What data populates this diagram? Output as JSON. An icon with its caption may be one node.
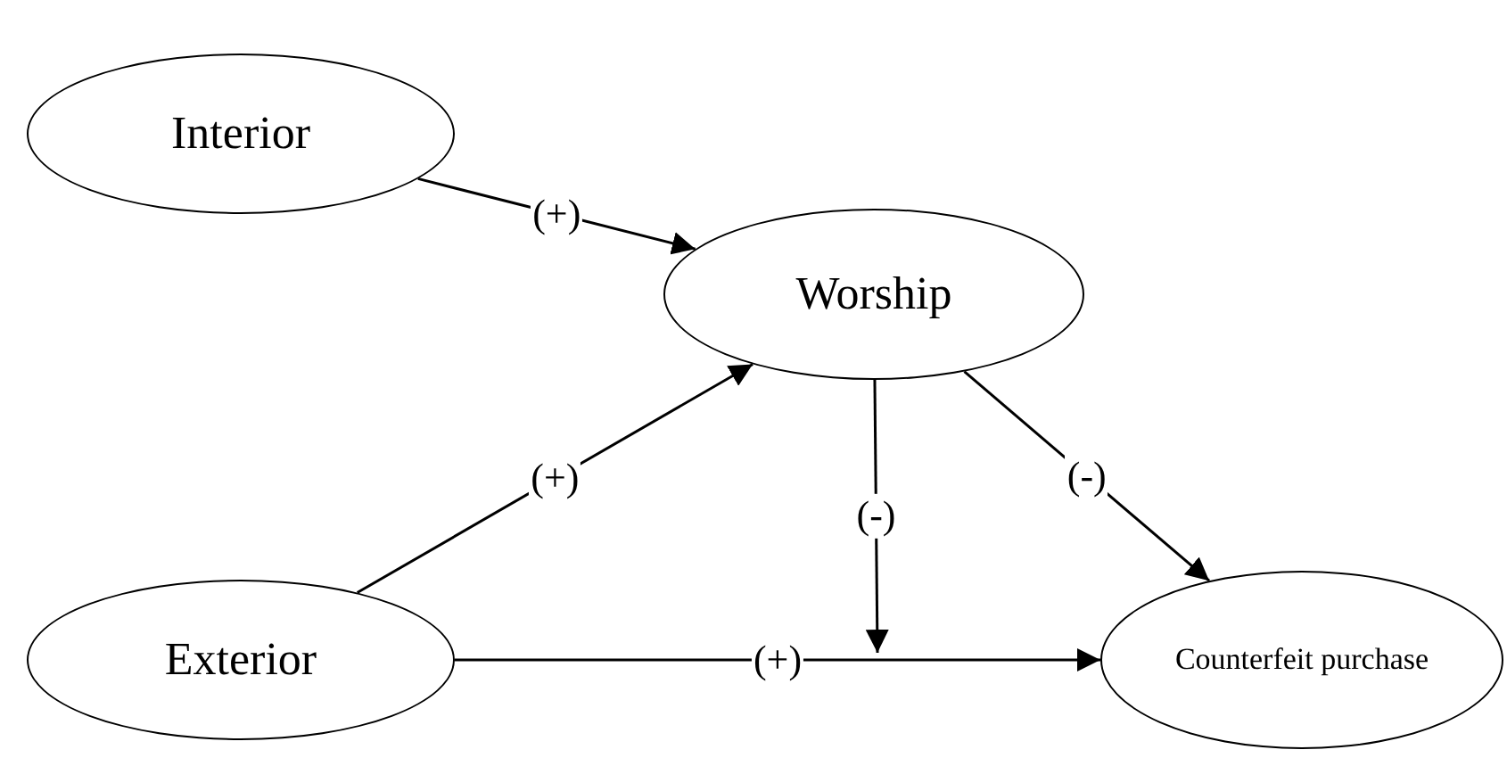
{
  "diagram": {
    "nodes": [
      {
        "text": [
          "Interior"
        ]
      },
      {
        "text": [
          "Worship"
        ]
      },
      {
        "text": [
          "Exterior"
        ]
      },
      {
        "text": [
          "Counterfeit purchase"
        ]
      }
    ],
    "edges": [
      {
        "from": 0,
        "to": 1,
        "arrow": "to",
        "label": "(+)"
      },
      {
        "from": 2,
        "to": 1,
        "arrow": "to",
        "label": "(+)"
      },
      {
        "from": 1,
        "to": 3,
        "arrow": "to",
        "label": "(-)"
      },
      {
        "from": 1,
        "to": null,
        "arrow": "to",
        "label": "(-)"
      },
      {
        "from": 2,
        "to": 3,
        "arrow": "to",
        "label": "(+)"
      }
    ]
  }
}
